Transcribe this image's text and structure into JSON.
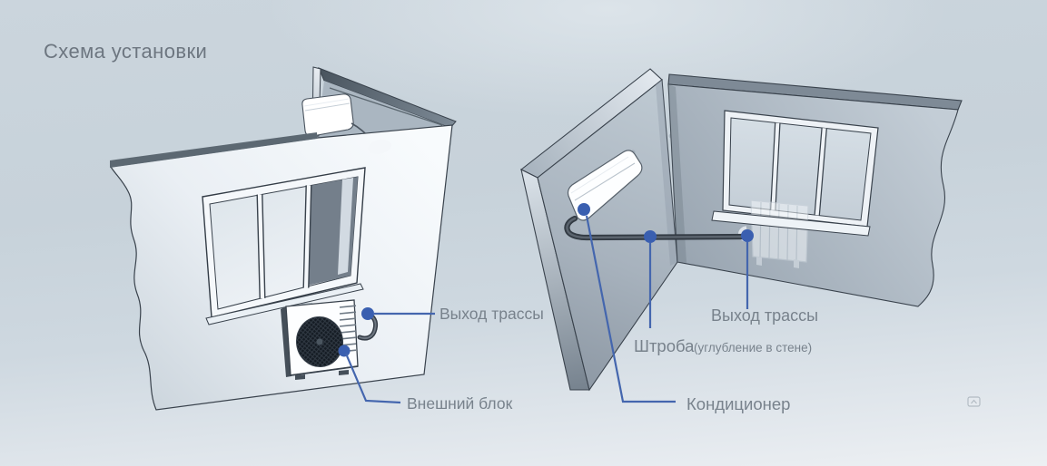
{
  "title": "Схема установки",
  "left_diagram": {
    "route_exit_label": "Выход трассы",
    "outdoor_unit_label": "Внешний блок"
  },
  "right_diagram": {
    "route_exit_label": "Выход трассы",
    "chase_label": "Штроба",
    "chase_note": "(углубление в стене)",
    "indoor_unit_label": "Кондиционер"
  },
  "colors": {
    "accent_blue": "#3a5fb0",
    "leader_blue": "#4466ae",
    "label_gray": "#78828c",
    "title_gray": "#6d7680",
    "pipe_dark": "#333b44",
    "background_top": "#cbd5dd",
    "background_bottom": "#edf0f3"
  },
  "icons": {
    "watermark": "chevron-up-icon"
  }
}
